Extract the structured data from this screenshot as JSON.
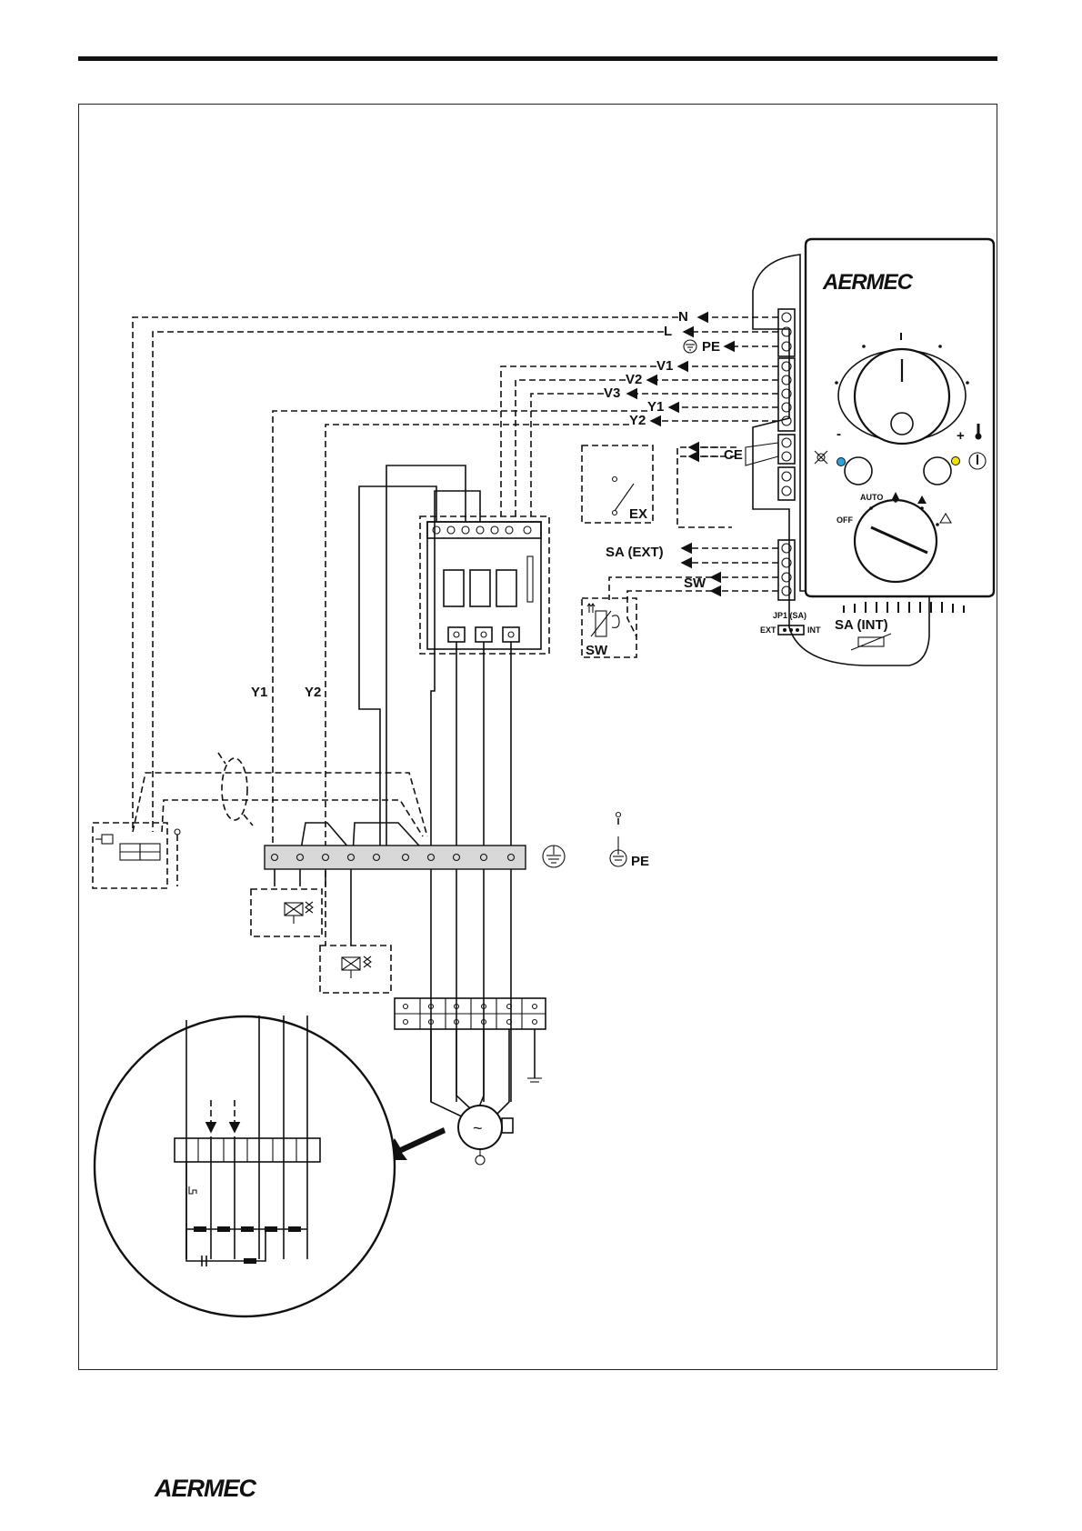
{
  "brand": {
    "header_logo": "AERMEC",
    "footer_logo": "AERMEC"
  },
  "thermostat": {
    "terminal_labels": {
      "n": "N",
      "l": "L",
      "pe": "PE",
      "v1": "V1",
      "v2": "V2",
      "v3": "V3",
      "y1": "Y1",
      "y2": "Y2",
      "ce": "CE",
      "sa_ext": "SA (EXT)",
      "sw": "SW"
    },
    "jumper": {
      "title": "JP1 (SA)",
      "ext": "EXT",
      "int": "INT",
      "sa_int": "SA (INT)"
    },
    "dial": {
      "auto": "AUTO",
      "off": "OFF",
      "minus": "-",
      "plus": "+"
    }
  },
  "circuit": {
    "ex_label": "EX",
    "sw_label": "SW",
    "valve_line_y1": "Y1",
    "valve_line_y2": "Y2",
    "pe_label": "PE"
  },
  "colors": {
    "led_cool": "#29a8e0",
    "led_heat": "#f2e600"
  }
}
